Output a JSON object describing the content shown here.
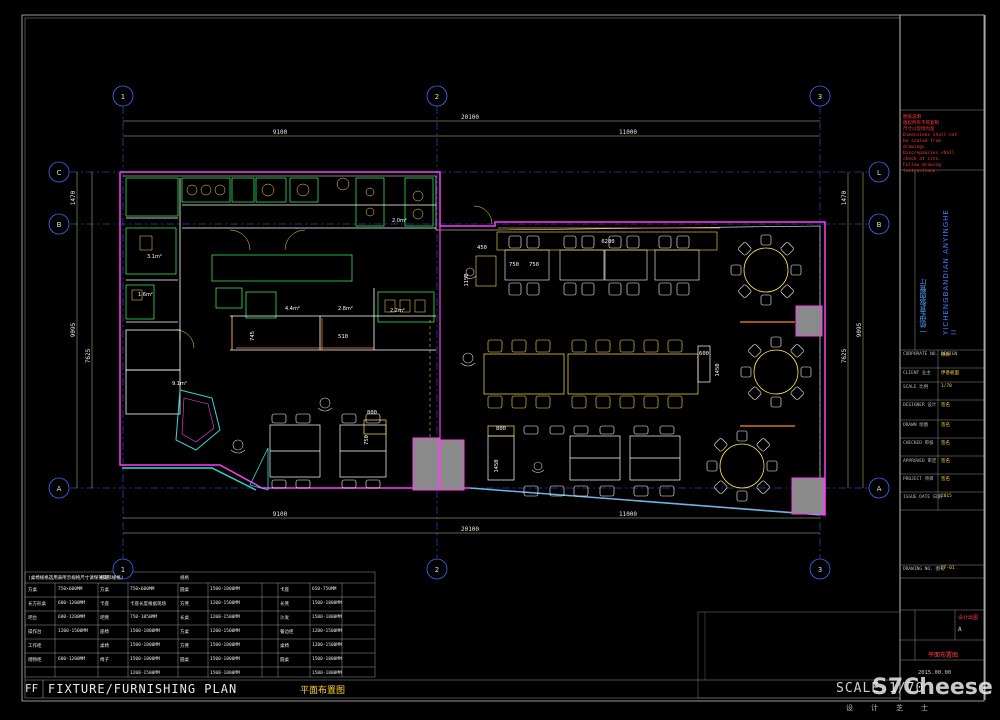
{
  "drawing": {
    "code": "FF",
    "title": "FIXTURE/FURNISHING PLAN",
    "title_cn": "平面布置图",
    "scale": "SCALE 1/70"
  },
  "grid": {
    "cols": [
      "1",
      "2",
      "3"
    ],
    "rows": [
      "C",
      "B",
      "A"
    ],
    "rows_right": [
      "L",
      "B",
      "A"
    ]
  },
  "dimensions": {
    "top_total": "20100",
    "top_left": "9100",
    "top_right": "11000",
    "bottom_total": "20100",
    "bottom_left": "9100",
    "bottom_right": "11000",
    "left_a": "1470",
    "left_b": "9095",
    "left_c": "7625",
    "right_a": "1470",
    "right_b": "9095",
    "right_c": "7625"
  },
  "interior_labels": [
    "6280",
    "450",
    "1150",
    "750",
    "750",
    "600",
    "1450",
    "745",
    "510",
    "800",
    "750",
    "800",
    "1450"
  ],
  "room_areas": [
    "3.1m²",
    "1.6m²",
    "4.4m²",
    "2.8m²",
    "2.2m²",
    "2.0m²",
    "9.1m²"
  ],
  "title_block": {
    "vertical_cn": "一航伊香板面餐厅",
    "vertical_en": "YICHENGBANDIAN ANYINGHE II",
    "red_notes": "图纸说明\n版权所有不得复制\n尺寸以现场为准\nDimensions shall not be scaled from drawings.\nDiscrepancies shall check at site.\nFollow drawing instructions.",
    "rows": [
      {
        "k": "CORPORATE NO. DESIGN",
        "v": "项目"
      },
      {
        "k": "CLIENT 业主",
        "v": "伊香板面"
      },
      {
        "k": "SCALE 比例",
        "v": "1/70"
      },
      {
        "k": "DESIGNER 设计",
        "v": "签名"
      },
      {
        "k": "DRAWN 绘图",
        "v": "签名"
      },
      {
        "k": "CHECKED 审核",
        "v": "签名"
      },
      {
        "k": "APPROVED 审定",
        "v": "签名"
      },
      {
        "k": "PROJECT 项目",
        "v": "签名"
      },
      {
        "k": "ISSUE DATE 日期",
        "v": "2015"
      },
      {
        "k": "DRAWING NO. 图号",
        "v": "FF-01"
      }
    ],
    "sheet_name_cn": "平面布置图",
    "revision": "A",
    "date": "2015.00.00",
    "stamp": "设计出图"
  },
  "schedule": {
    "header": [
      "(桌椅规格选用表所示规格尺寸请保持实际规格)",
      "规格",
      "",
      "规格",
      "",
      "规格",
      "",
      "规格"
    ],
    "rows": [
      [
        "方桌",
        "750×600MM",
        "方桌",
        "750×600MM",
        "圆桌",
        "1500-1800MM",
        "卡座",
        "650-750MM"
      ],
      [
        "长方形桌",
        "600-1200MM",
        "卡座",
        "卡座长度根据现场",
        "方凳",
        "1200-1500MM",
        "长凳",
        "1500-1800MM"
      ],
      [
        "吧台",
        "600-1200MM",
        "吧凳",
        "750-1050MM",
        "长桌",
        "1200-1500MM",
        "沙发",
        "1500-1800MM"
      ],
      [
        "操作台",
        "1200-1500MM",
        "座椅",
        "1500-1800MM",
        "方桌",
        "1200-1500MM",
        "餐边柜",
        "1200-1500MM"
      ],
      [
        "工作柜",
        "",
        "桌椅",
        "1500-1800MM",
        "方凳",
        "1500-1800MM",
        "桌椅",
        "1200-1500MM"
      ],
      [
        "储物柜",
        "600-1200MM",
        "椅子",
        "1500-1800MM",
        "圆桌",
        "1500-1800MM",
        "圆桌",
        "1500-1800MM"
      ],
      [
        "",
        "",
        "",
        "1200-1500MM",
        "",
        "1500-1800MM",
        "",
        "1500-1800MM"
      ]
    ]
  },
  "watermark": {
    "brand": "S7Cheese",
    "sub": "设计芝士"
  },
  "colors": {
    "background": "#000000",
    "grid_axis": "#3a6bff",
    "dim_line": "#9fe27d",
    "wall_magenta": "#ff3cf5",
    "wall_outline": "#ffffff",
    "fixture_yellow": "#ffe34a",
    "kitchen_green": "#39ff6a",
    "cyan_outline": "#35d7d7",
    "orange_line": "#ff8a2a"
  }
}
